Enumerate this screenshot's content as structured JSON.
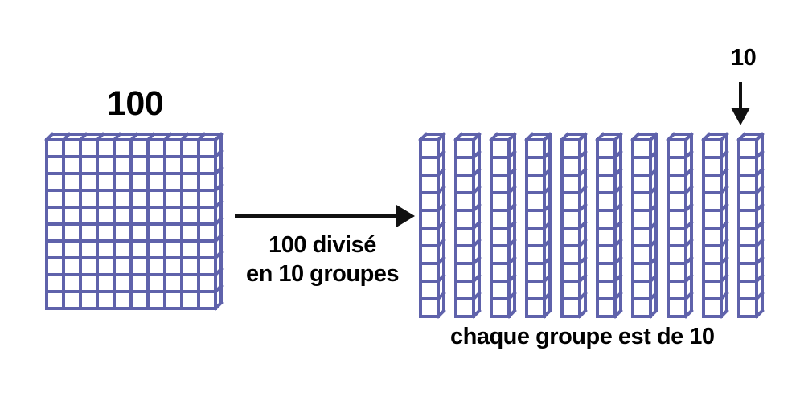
{
  "diagram": {
    "title_label": "100",
    "unit_label": "10",
    "divide_caption_line1": "100 divisé",
    "divide_caption_line2": "en 10 groupes",
    "group_caption": "chaque groupe est de 10",
    "colors": {
      "block": "#5f62ab",
      "text": "#000000",
      "arrow": "#111111",
      "background": "#ffffff"
    },
    "flat": {
      "name": "hundred-flat",
      "rows": 10,
      "columns": 10,
      "total_units": 100,
      "cell_size": 21,
      "depth": 7,
      "stroke": 4
    },
    "rods": {
      "name": "ten-rods",
      "count": 10,
      "units_per_rod": 10,
      "total_units": 100,
      "cell_size": 22,
      "pitch": 44,
      "depth": 7,
      "stroke": 4
    },
    "arrows": [
      {
        "name": "division-arrow",
        "direction": "right"
      },
      {
        "name": "unit-pointer-arrow",
        "direction": "down"
      }
    ]
  },
  "chart_data": {
    "type": "diagram",
    "title": "100 divisé en 10 groupes",
    "representation": "base-ten blocks",
    "left": {
      "label": "100",
      "shape": "10 by 10 flat",
      "value": 100
    },
    "right": {
      "label": "10",
      "shape": "10 rods of 10 units",
      "value": 100,
      "groups": 10,
      "per_group": 10
    },
    "operation": "100 ÷ 10 = 10",
    "annotations": [
      "100",
      "100 divisé",
      "en 10 groupes",
      "10",
      "chaque groupe est de 10"
    ]
  }
}
